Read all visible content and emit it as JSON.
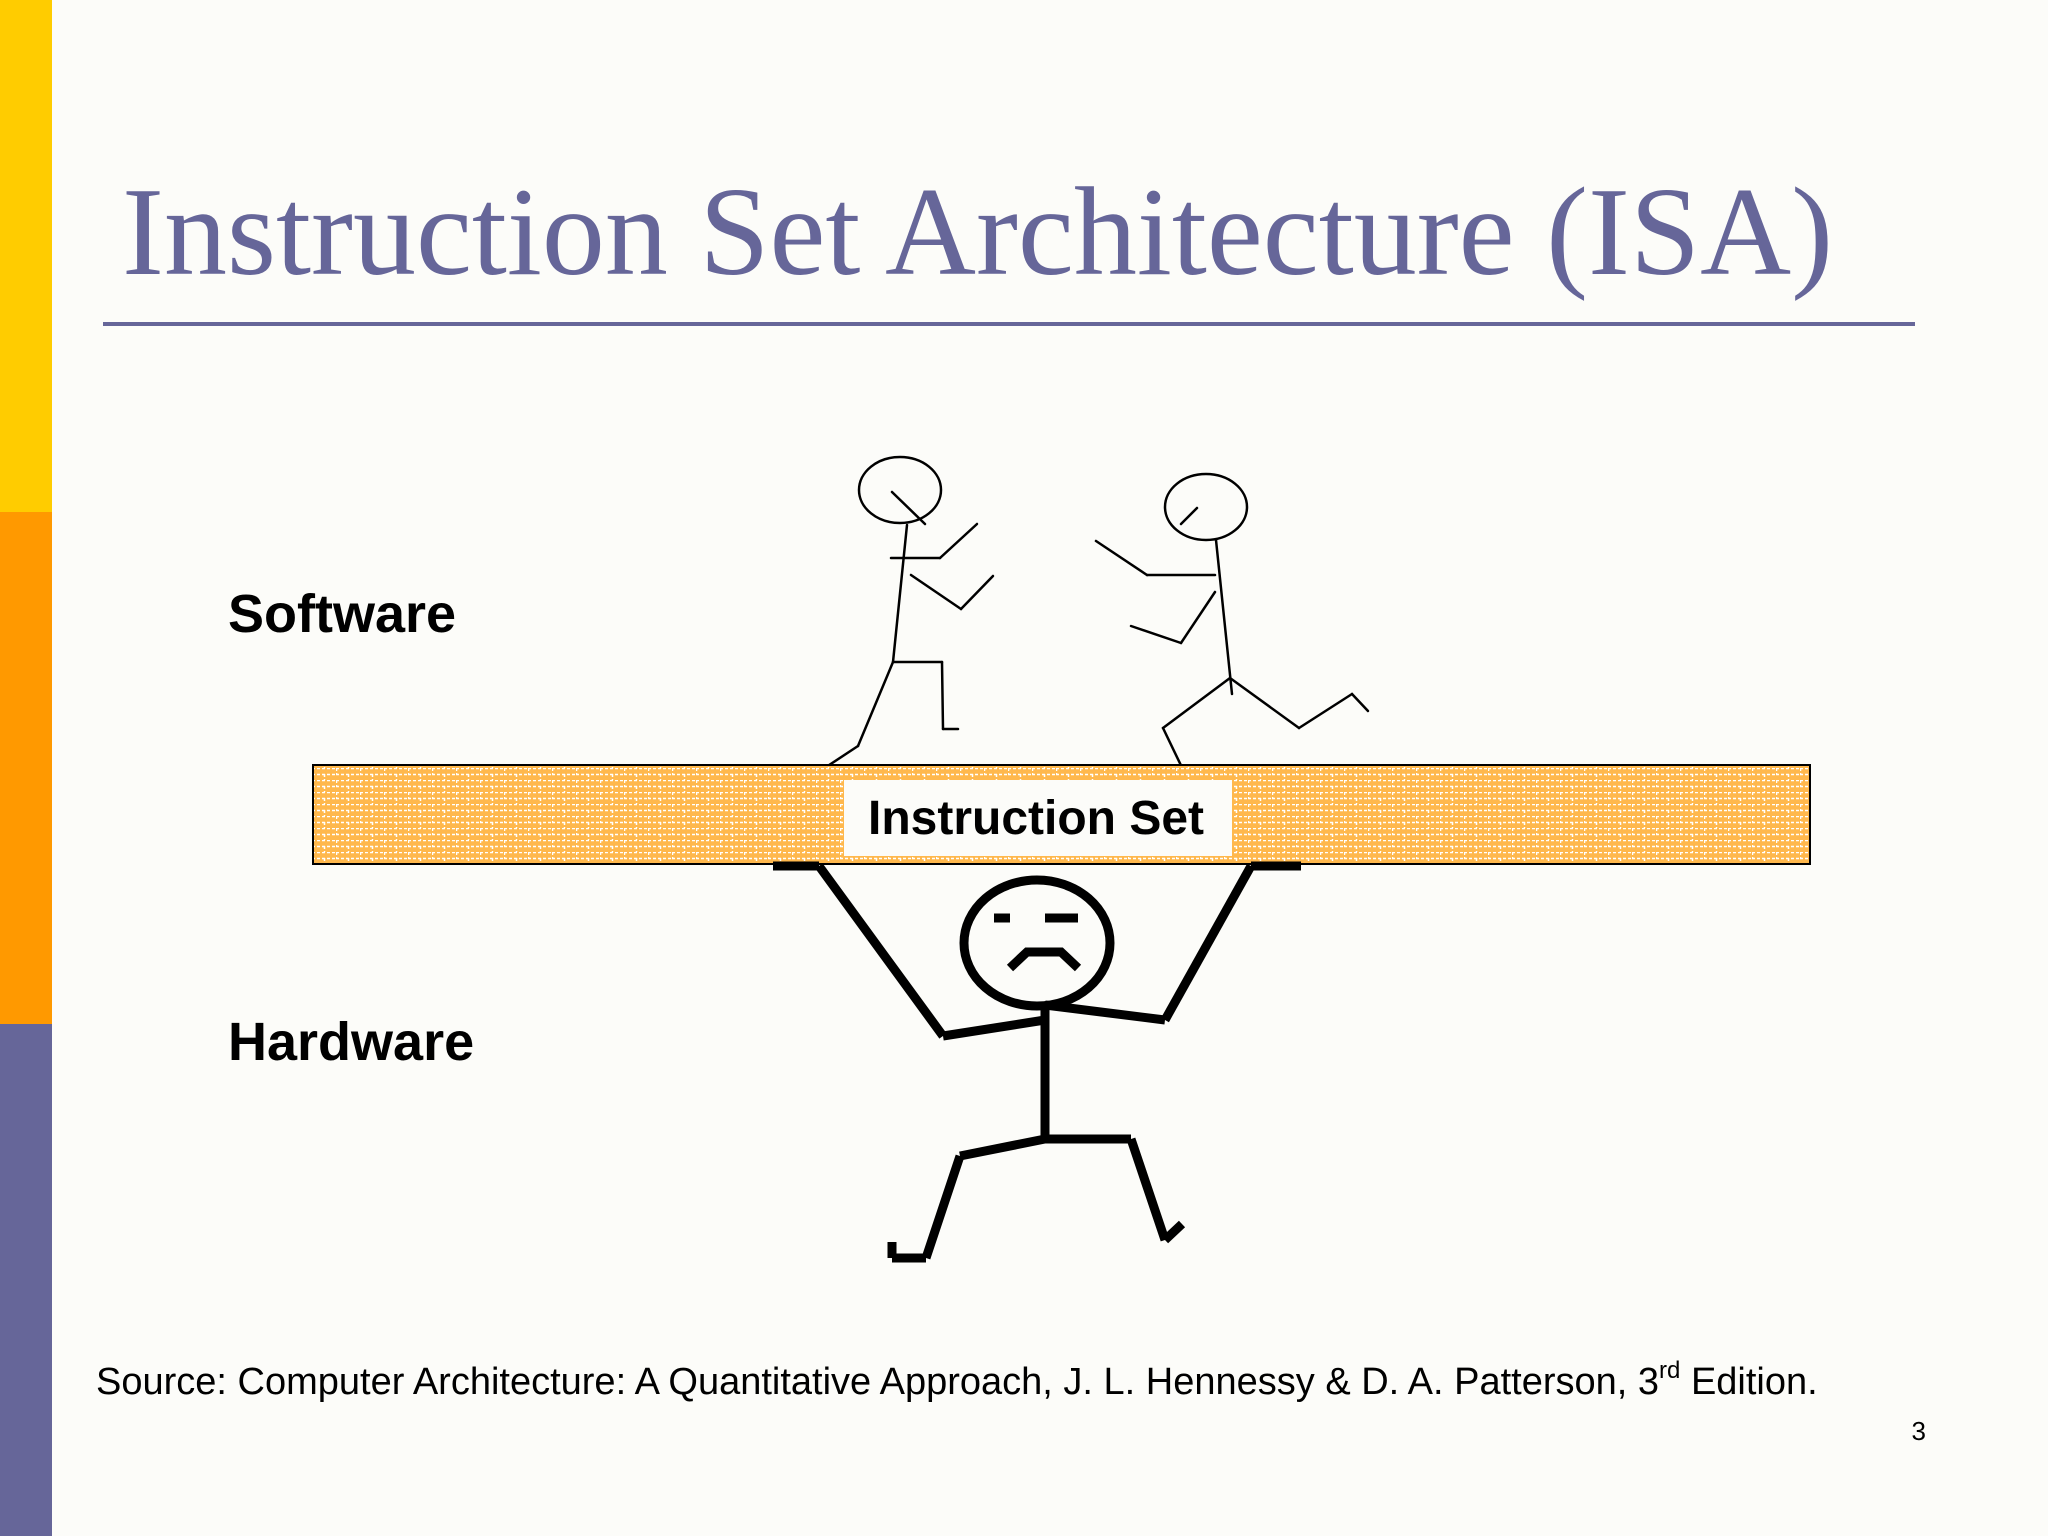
{
  "slide": {
    "title": "Instruction Set Architecture (ISA)",
    "page_number": "3",
    "accent_colors": {
      "title": "#666699",
      "bar_yellow": "#ffcc00",
      "bar_orange": "#ff9900",
      "bar_purple": "#666699",
      "wall_fill": "#ffb84d"
    }
  },
  "diagram": {
    "software_label": "Software",
    "hardware_label": "Hardware",
    "wall_label": "Instruction Set"
  },
  "source": {
    "prefix": "Source: Computer Architecture: A Quantitative Approach,  J. L. Hennessy & D. A. Patterson, 3",
    "superscript": "rd",
    "suffix": "  Edition."
  }
}
